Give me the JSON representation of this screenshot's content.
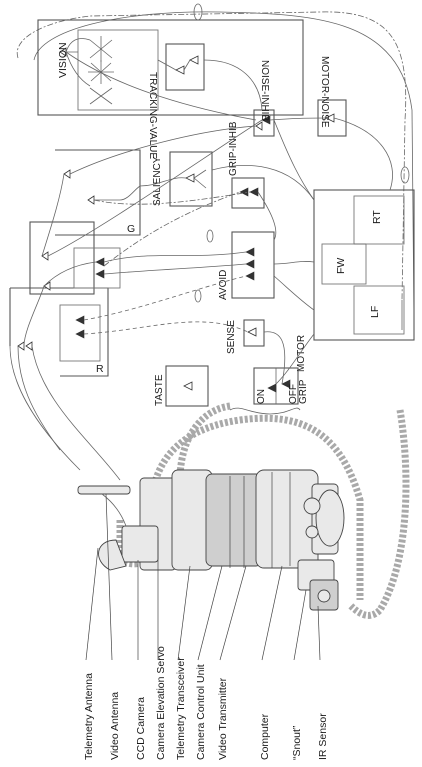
{
  "modules": {
    "vision": "VISION",
    "tracking_value": "TRACKING-VALUE",
    "noise_inhib": "NOISE-INHIB",
    "motor_noise": "MOTOR-NOISE",
    "saliency": "SALIENCY",
    "grip_inhib": "GRIP-INHIB",
    "g": "G",
    "r": "R",
    "avoid": "AVOID",
    "sense": "SENSE",
    "motor": "MOTOR",
    "taste": "TASTE",
    "on": "ON",
    "off": "OFF",
    "grip": "GRIP"
  },
  "motor_panel": {
    "rt": "RT",
    "fw": "FW",
    "lf": "LF"
  },
  "hardware_labels": [
    "Telemetry Antenna",
    "Video Antenna",
    "CCD Camera",
    "Camera Elevation Servo",
    "Telemetry Transceiver",
    "Camera Control Unit",
    "Video Transmitter",
    "Computer",
    "“Snout”",
    "IR Sensor"
  ]
}
